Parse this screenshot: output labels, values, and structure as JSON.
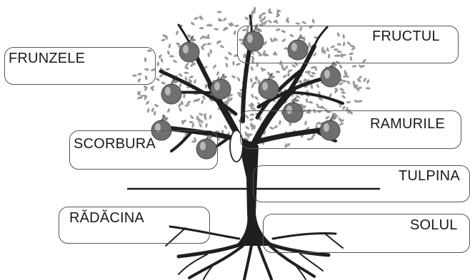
{
  "labels": {
    "frunzele": "FRUNZELE",
    "fructul": "FRUCTUL",
    "scorbura": "SCORBURA",
    "ramurile": "RAMURILE",
    "tulpina": "TULPINA",
    "radacina": "RĂDĂCINA",
    "solul": "SOLUL"
  },
  "colors": {
    "trunk": "#1f1f1f",
    "leaf": "#9a9a9a",
    "fruit": "#6f6f6f",
    "box_border": "#555555",
    "ground_line": "#1a1a1a"
  },
  "icons": {
    "tree": "tree-illustration",
    "fruit": "apple-icon",
    "hollow": "tree-hollow"
  }
}
